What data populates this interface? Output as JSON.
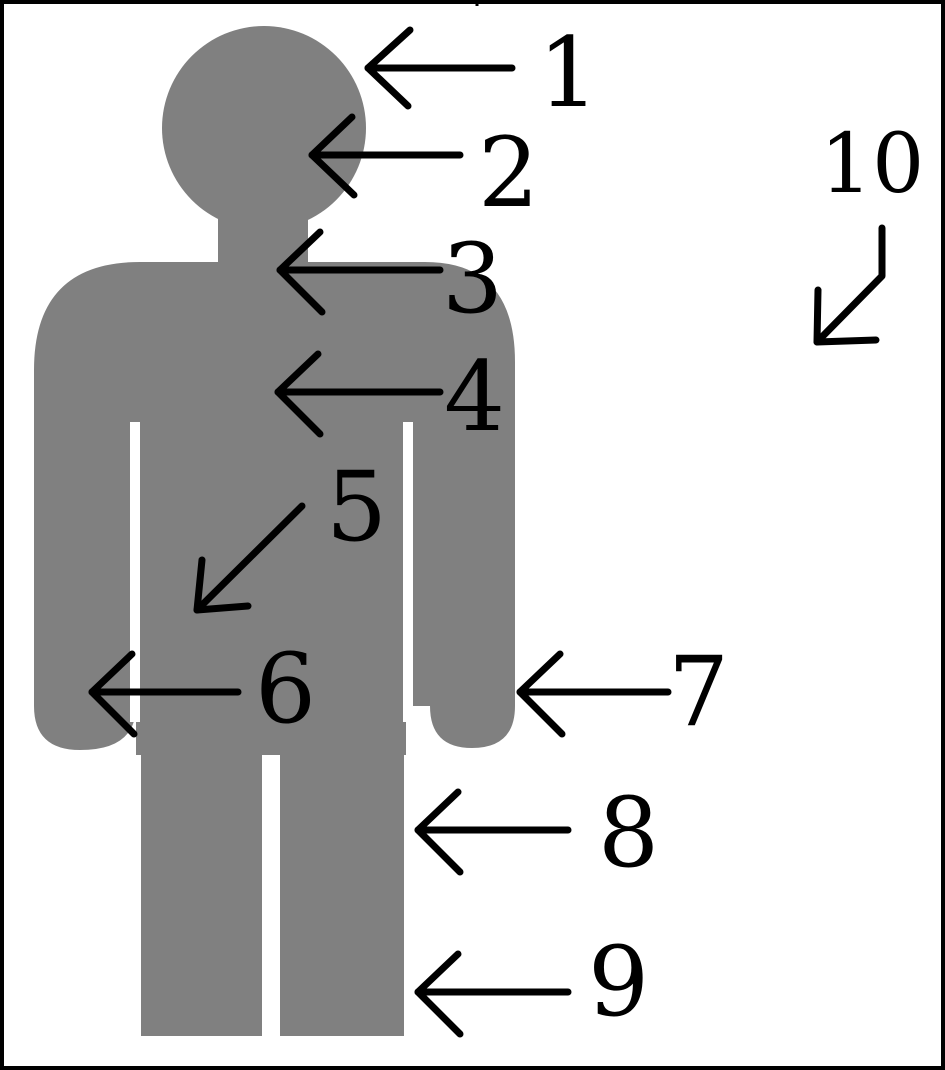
{
  "colors": {
    "figure": "#808080",
    "ink": "#000000",
    "background": "#ffffff",
    "frame": "#000000"
  },
  "labels": {
    "l1": "1",
    "l2": "2",
    "l3": "3",
    "l4": "4",
    "l5": "5",
    "l6": "6",
    "l7": "7",
    "l8": "8",
    "l9": "9",
    "l10": "10"
  }
}
